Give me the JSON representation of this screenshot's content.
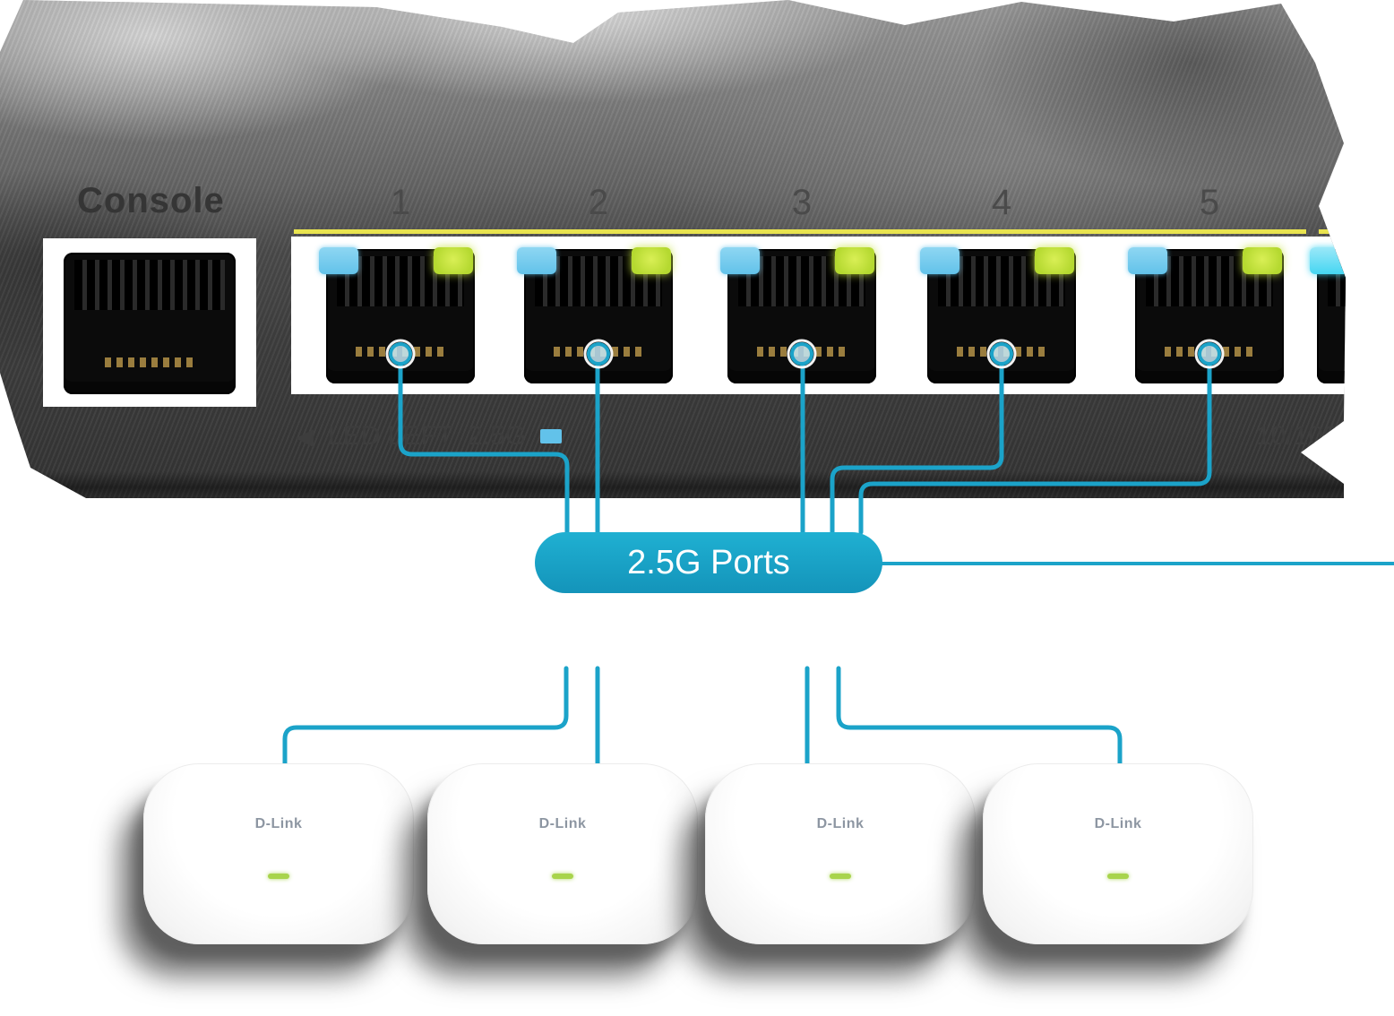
{
  "colors": {
    "accent-teal": "#1BA3C9",
    "pill-teal": "#1494BA",
    "led-blue": "#62C2EA",
    "led-cyan": "#45D6F2",
    "led-green": "#B5D930",
    "line-yellow": "#E9E44F",
    "ap-led-green": "#A8D44C"
  },
  "switch": {
    "console_label": "Console",
    "port_numbers": [
      "1",
      "2",
      "3",
      "4",
      "5"
    ],
    "led_legend": {
      "arrow": "◀",
      "label": "LED LEFT",
      "speed": "2.5G"
    },
    "right_label": "10/100M"
  },
  "callout": {
    "label": "2.5G Ports"
  },
  "access_points": [
    {
      "brand": "D-Link"
    },
    {
      "brand": "D-Link"
    },
    {
      "brand": "D-Link"
    },
    {
      "brand": "D-Link"
    }
  ]
}
